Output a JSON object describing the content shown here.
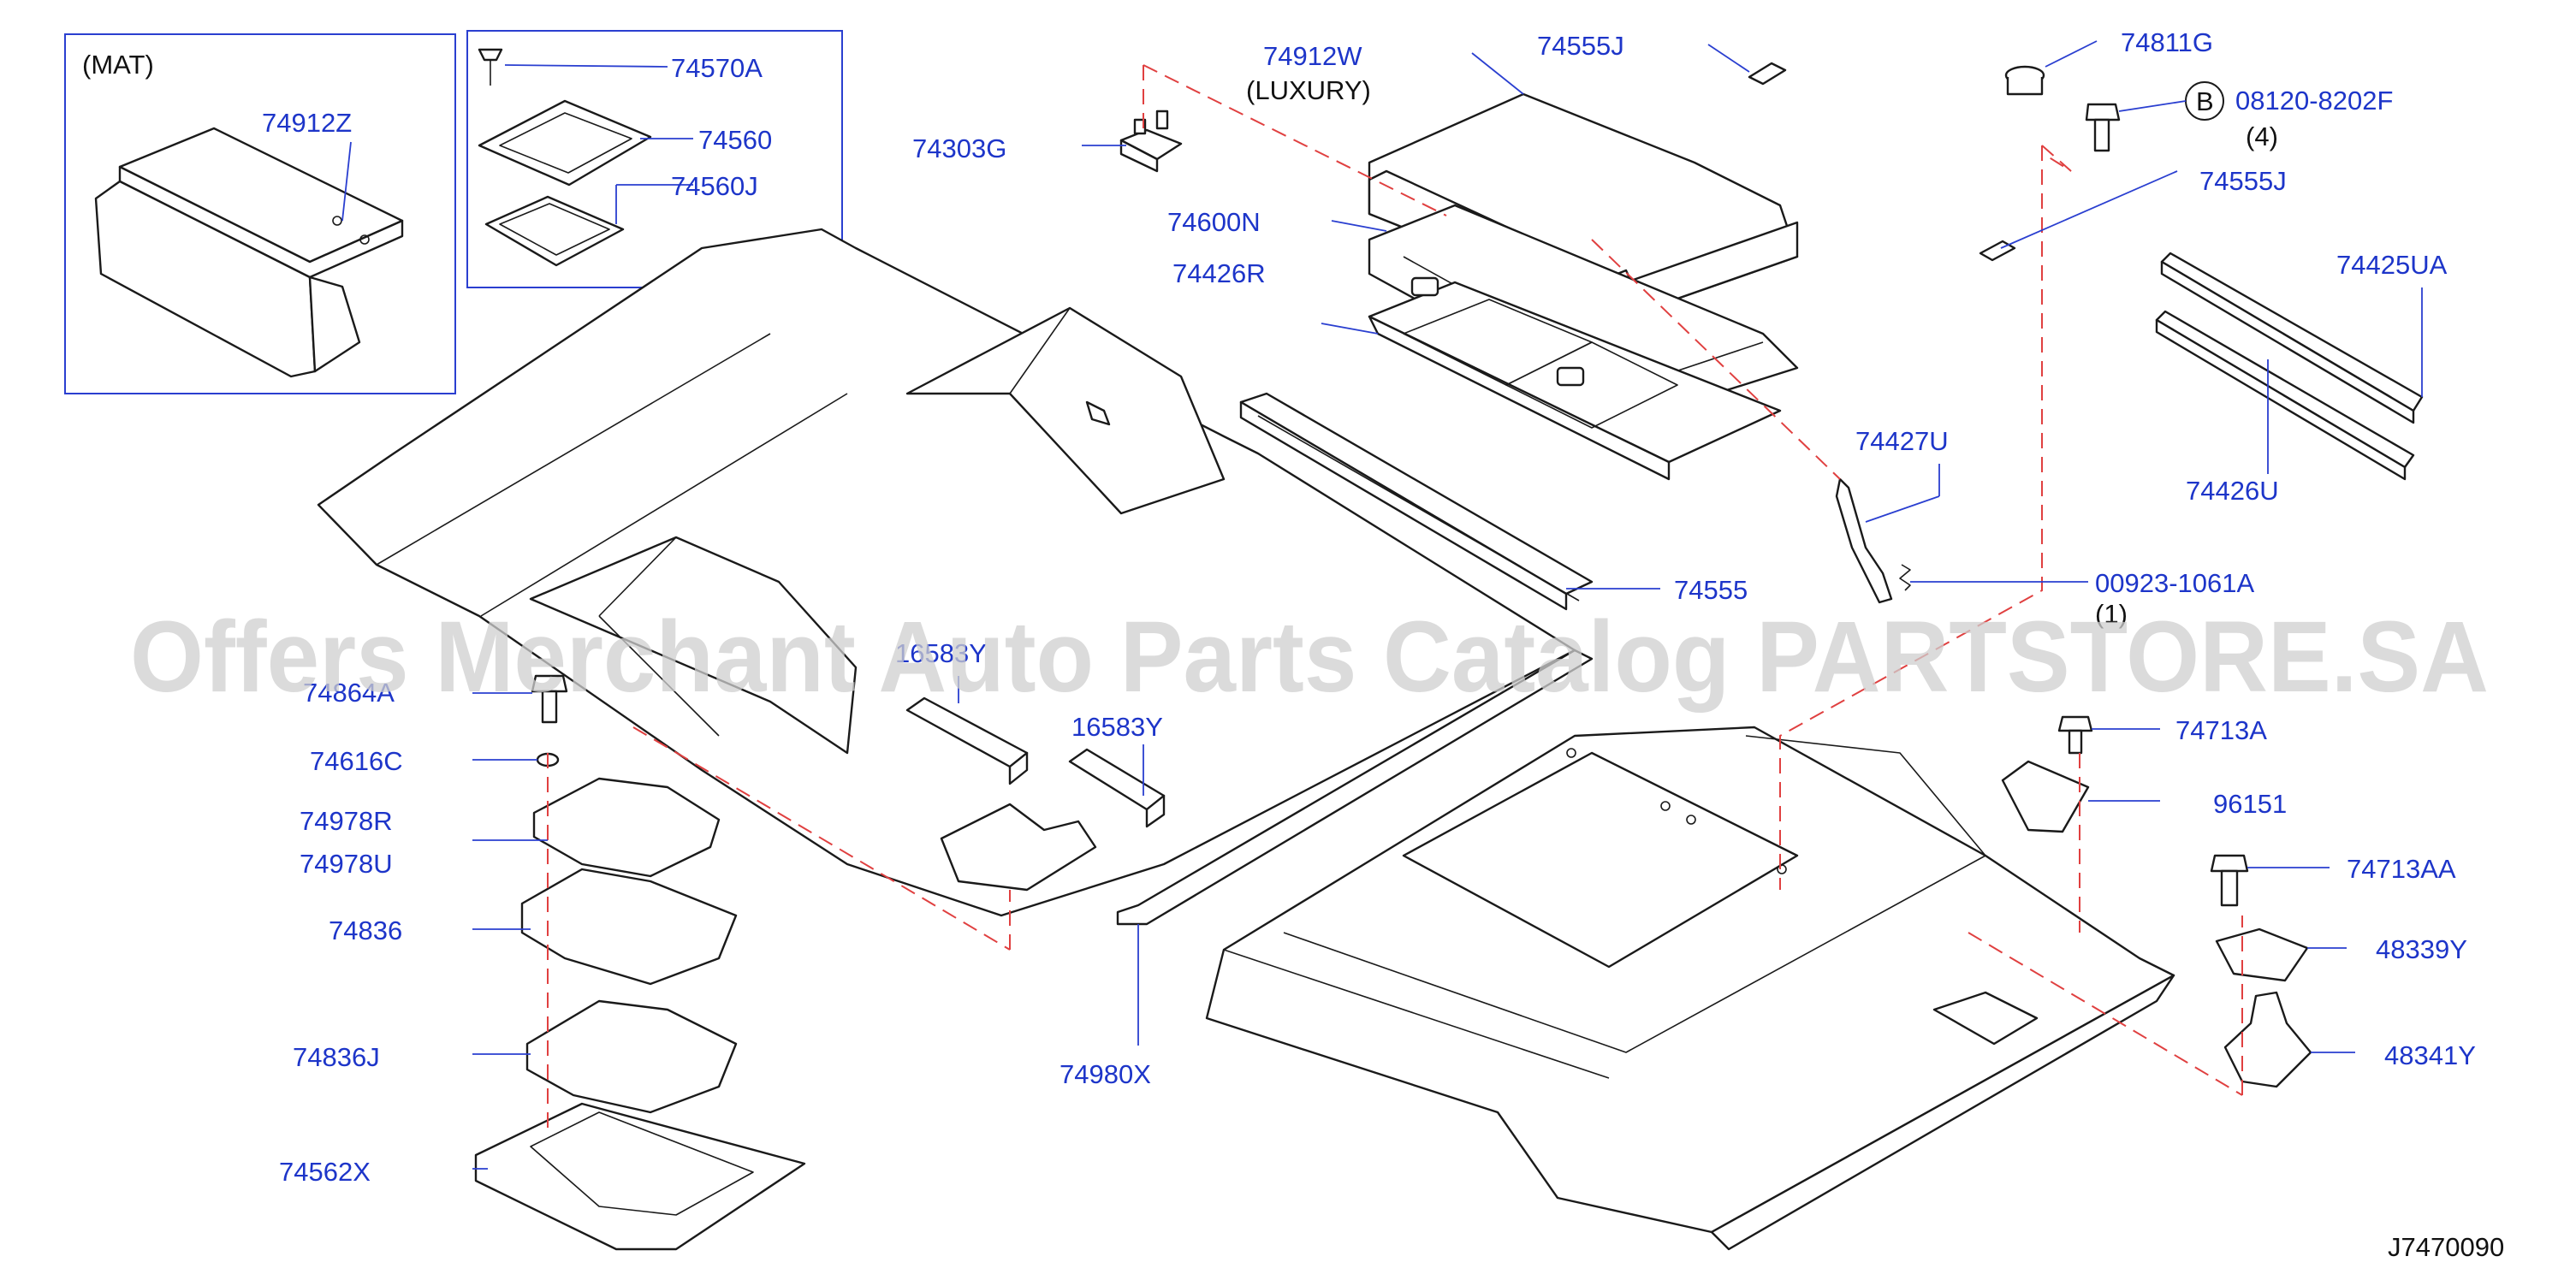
{
  "diagram": {
    "mat_title": "(MAT)",
    "luxury_note": "(LUXURY)",
    "qty_b": "(4)",
    "qty_1": "(1)",
    "b_marker": "B",
    "drawing_code": "J7470090",
    "watermark": "Offers Merchant Auto Parts Catalog PARTSTORE.SA",
    "labels": {
      "p74912z": "74912Z",
      "p74570a": "74570A",
      "p74560": "74560",
      "p74560j": "74560J",
      "p74303g": "74303G",
      "p74912w": "74912W",
      "p74555j_top": "74555J",
      "p74811g": "74811G",
      "p08120": "08120-8202F",
      "p74555j_right": "74555J",
      "p74600n": "74600N",
      "p74426r": "74426R",
      "p74425ua": "74425UA",
      "p74426u": "74426U",
      "p74427u": "74427U",
      "p74555": "74555",
      "p00923": "00923-1061A",
      "p74864a": "74864A",
      "p16583y_a": "16583Y",
      "p16583y_b": "16583Y",
      "p74616c": "74616C",
      "p74978r": "74978R",
      "p74978u": "74978U",
      "p74836": "74836",
      "p74836j": "74836J",
      "p74562x": "74562X",
      "p74980x": "74980X",
      "p74713a": "74713A",
      "p96151": "96151",
      "p74713aa": "74713AA",
      "p48339y": "48339Y",
      "p48341y": "48341Y"
    }
  }
}
